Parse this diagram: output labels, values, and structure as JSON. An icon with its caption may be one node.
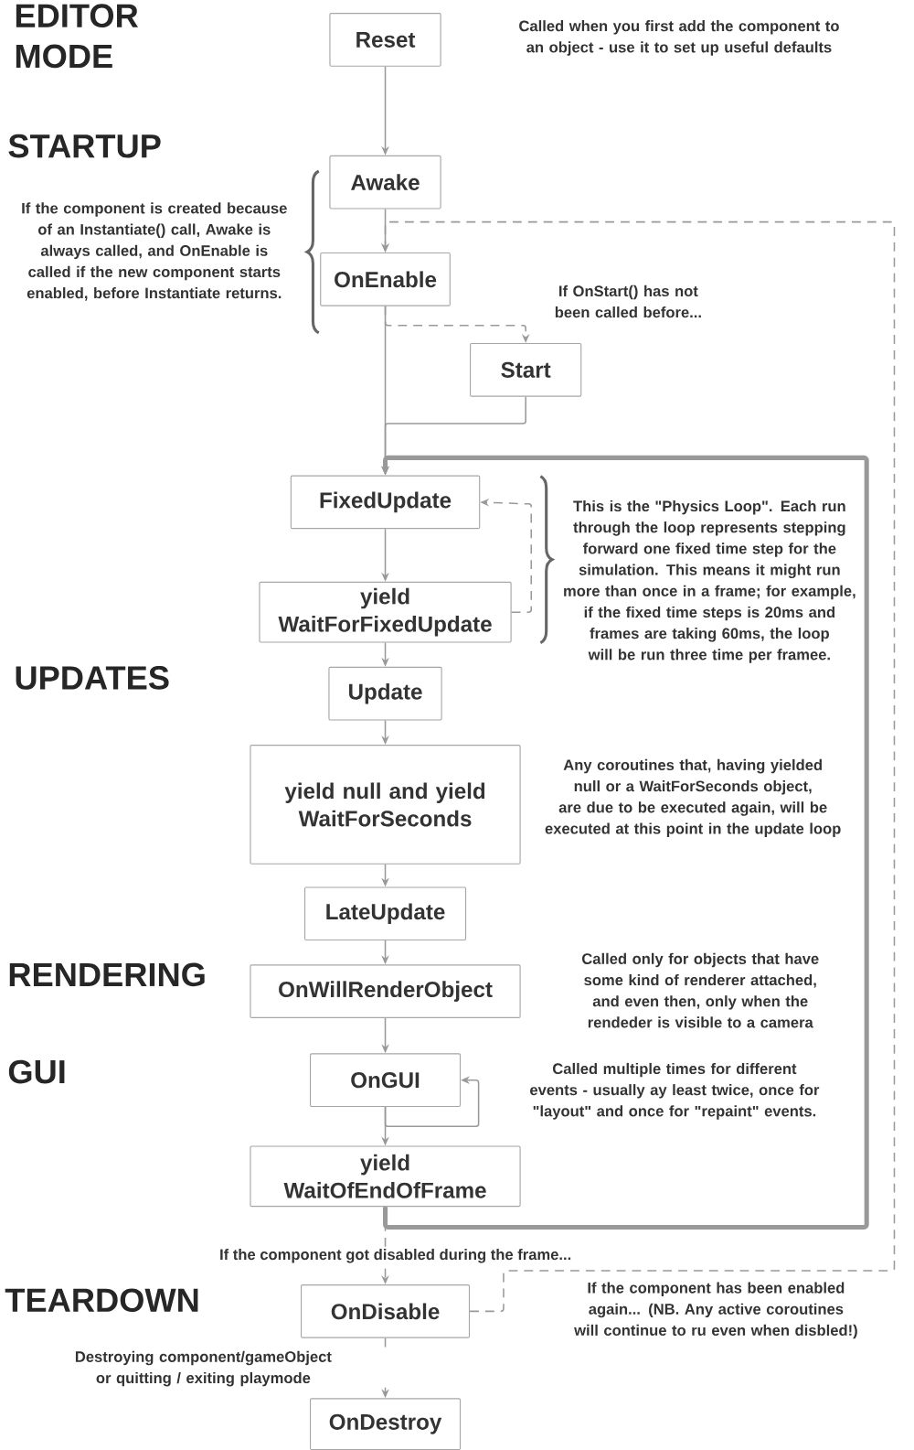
{
  "diagram": {
    "nodes": [
      {
        "text": [
          "Reset"
        ]
      },
      {
        "text": [
          "Awake"
        ]
      },
      {
        "text": [
          "OnEnable"
        ]
      },
      {
        "text": [
          "Start"
        ]
      },
      {
        "text": [
          "FixedUpdate"
        ]
      },
      {
        "text": [
          "yield WaitForFixedUpdate"
        ]
      },
      {
        "text": [
          "Update"
        ]
      },
      {
        "text": [
          "yield null and yield WaitForSeconds"
        ],
        "beside": [
          "Any coroutines that, having yielded null or a WaitForSeconds object, are due to be executed again, will be executed at this point in the update loop"
        ]
      },
      {
        "text": [
          "LateUpdate"
        ]
      },
      {
        "text": [
          "OnWillRenderObject"
        ]
      },
      {
        "text": [
          "OnGUI"
        ]
      },
      {
        "text": [
          "yield WaitOfEndOfFrame"
        ]
      },
      {
        "text": [
          "OnDisable"
        ]
      },
      {
        "text": [
          "OnDestroy"
        ]
      }
    ],
    "edges": [
      {
        "from": 0,
        "to": 1,
        "arrow": "to"
      },
      {
        "from": 1,
        "to": 2,
        "arrow": "to"
      },
      {
        "from": 2,
        "to": 3,
        "arrow": "to",
        "style": "dashed"
      },
      {
        "from": 2,
        "to": 4,
        "arrow": "to"
      },
      {
        "from": 3,
        "to": 4,
        "arrow": "to"
      },
      {
        "from": 4,
        "to": 5,
        "arrow": "to"
      },
      {
        "from": 5,
        "to": 4,
        "arrow": "to",
        "style": "dashed"
      },
      {
        "from": 5,
        "to": 6,
        "arrow": "to"
      },
      {
        "from": 6,
        "to": 7,
        "arrow": "to"
      },
      {
        "from": 7,
        "to": 8,
        "arrow": "to"
      },
      {
        "from": 8,
        "to": 9,
        "arrow": "to"
      },
      {
        "from": 9,
        "to": 10,
        "arrow": "to"
      },
      {
        "from": 10,
        "to": 10,
        "arrow": "to"
      },
      {
        "from": 10,
        "to": 11,
        "arrow": "to"
      },
      {
        "from": 11,
        "to": 4,
        "arrow": "to",
        "style": "thick"
      },
      {
        "from": 11,
        "to": 12,
        "arrow": "to",
        "style": "dashed",
        "label": "If the component got disabled during the frame..."
      },
      {
        "from": 12,
        "to": 2,
        "arrow": "to",
        "style": "dashed"
      },
      {
        "from": 12,
        "to": 13,
        "arrow": "to",
        "style": "dashed"
      }
    ],
    "labels": [
      "EDITOR MODE",
      "Called when you first add the component to an object - use it to set up useful defaults",
      "STARTUP",
      "If the component is created because of an Instantiate() call, Awake is always called, and OnEnable is called if the new component starts enabled, before Instantiate returns.",
      "If OnStart() has not been called before...",
      "UPDATES",
      "This is the \"Physics Loop\". Each run through the loop represents stepping forward one fixed time step for the simulation. This means it might run more than once in a frame; for example, if the fixed time steps is 20ms and frames are taking 60ms, the loop will be run three time per framee.",
      "RENDERING",
      "Called only for objects that have some kind of renderer attached, and even then, only when the rendeder is visible to a camera",
      "GUI",
      "Called multiple times for different events - usually ay least twice, once for \"layout\" and once for \"repaint\" events.",
      "If the component has been enabled again... (NB. Any active coroutines will continue to ru even when disbled!)",
      "TEARDOWN",
      "Destroying component/gameObject or quitting / exiting playmode"
    ]
  }
}
